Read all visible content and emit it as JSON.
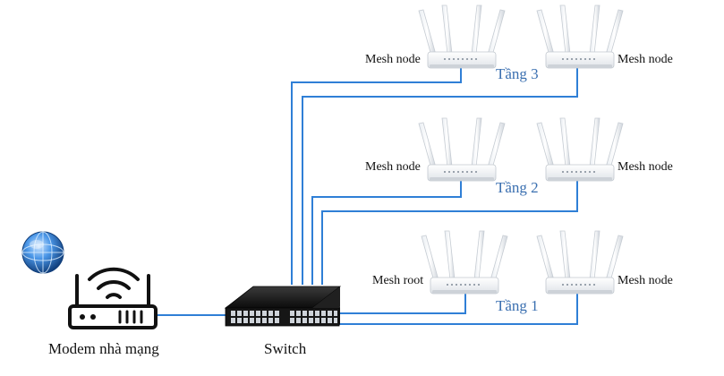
{
  "nodes": {
    "modem": "Modem nhà mạng",
    "switch": "Switch",
    "floor3_left": "Mesh node",
    "floor3_right": "Mesh node",
    "floor2_left": "Mesh node",
    "floor2_right": "Mesh node",
    "floor1_root": "Mesh root",
    "floor1_right": "Mesh node"
  },
  "floors": {
    "f3": "Tầng 3",
    "f2": "Tầng 2",
    "f1": "Tầng 1"
  },
  "colors": {
    "cable": "#2f7fd6",
    "modem_stroke": "#111111",
    "switch_body": "#1c1c1c",
    "floor_label": "#3a6fb0",
    "globe": "#2a72c8"
  },
  "icons": {
    "globe": "internet-globe-icon",
    "modem": "wifi-modem-icon",
    "switch": "network-switch-icon",
    "router": "mesh-router-icon"
  }
}
